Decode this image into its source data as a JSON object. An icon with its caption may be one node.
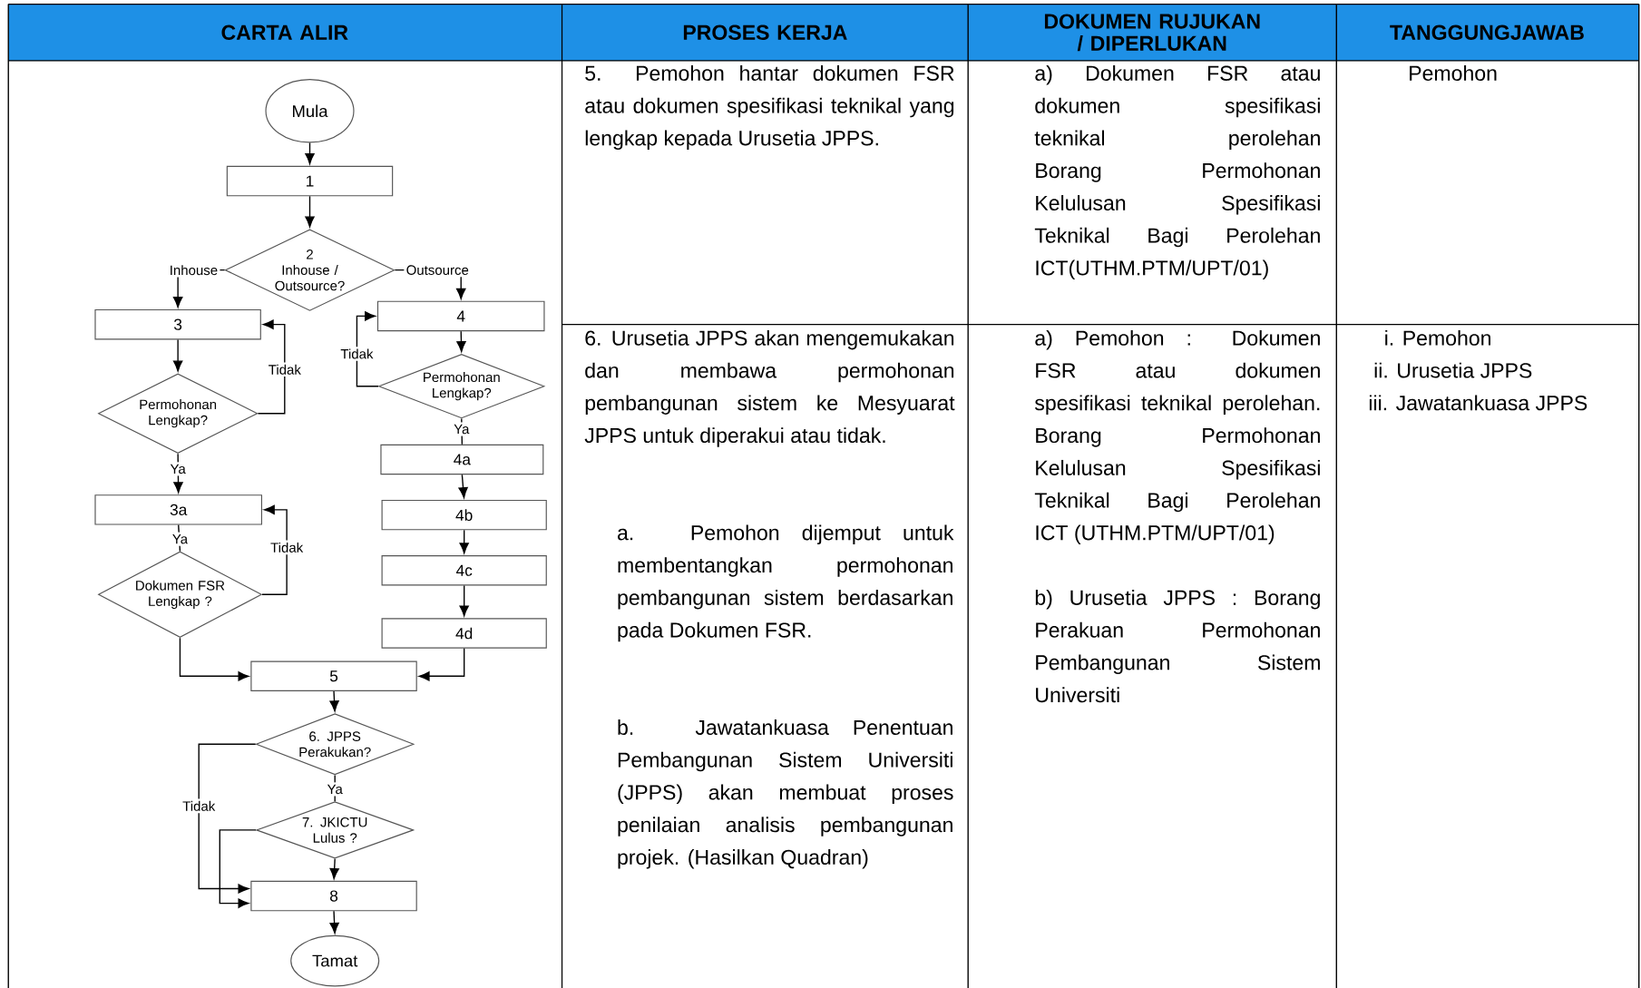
{
  "diagram": {
    "nodes": [
      {
        "text": [
          "Mula"
        ]
      },
      {
        "text": [
          "1"
        ]
      },
      {
        "text": [
          "2",
          "Inhouse / Outsource?"
        ]
      },
      {
        "text": [
          "3"
        ]
      },
      {
        "text": [
          "Permohonan Lengkap?"
        ]
      },
      {
        "text": [
          "3a"
        ]
      },
      {
        "text": [
          "Dokumen FSR Lengkap ?"
        ]
      },
      {
        "text": [
          "4"
        ]
      },
      {
        "text": [
          "Permohonan Lengkap?"
        ]
      },
      {
        "text": [
          "4a"
        ]
      },
      {
        "text": [
          "4b"
        ]
      },
      {
        "text": [
          "4c"
        ]
      },
      {
        "text": [
          "4d"
        ]
      },
      {
        "text": [
          "5"
        ]
      },
      {
        "text": [
          "6. JPPS Perakukan?"
        ]
      },
      {
        "text": [
          "7. JKICTU Lulus ?"
        ]
      },
      {
        "text": [
          "8"
        ]
      },
      {
        "text": [
          "Tamat"
        ]
      }
    ],
    "edges": [
      {
        "from": 0,
        "to": 1,
        "arrow": "to"
      },
      {
        "from": 1,
        "to": 2,
        "arrow": "to"
      },
      {
        "from": 2,
        "to": 3,
        "arrow": "to",
        "label": "Inhouse"
      },
      {
        "from": 2,
        "to": 7,
        "arrow": "to",
        "label": "Outsource"
      },
      {
        "from": 3,
        "to": 4,
        "arrow": "to"
      },
      {
        "from": 4,
        "to": 3,
        "arrow": "to",
        "label": "Tidak"
      },
      {
        "from": 4,
        "to": 5,
        "arrow": "to",
        "label": "Ya"
      },
      {
        "from": 5,
        "to": 6,
        "arrow": "none",
        "label": "Ya"
      },
      {
        "from": 6,
        "to": 5,
        "arrow": "to",
        "label": "Tidak"
      },
      {
        "from": 6,
        "to": 13,
        "arrow": "to"
      },
      {
        "from": 7,
        "to": 8,
        "arrow": "to"
      },
      {
        "from": 8,
        "to": 7,
        "arrow": "to",
        "label": "Tidak"
      },
      {
        "from": 8,
        "to": 9,
        "arrow": "none",
        "label": "Ya"
      },
      {
        "from": 9,
        "to": 10,
        "arrow": "to"
      },
      {
        "from": 10,
        "to": 11,
        "arrow": "to"
      },
      {
        "from": 11,
        "to": 12,
        "arrow": "to"
      },
      {
        "from": 12,
        "to": 13,
        "arrow": "to"
      },
      {
        "from": 13,
        "to": 14,
        "arrow": "to"
      },
      {
        "from": 14,
        "to": 15,
        "arrow": "none",
        "label": "Ya"
      },
      {
        "from": 14,
        "to": 16,
        "arrow": "to",
        "label": "Tidak"
      },
      {
        "from": 15,
        "to": 16,
        "arrow": "to"
      },
      {
        "from": 15,
        "to": 16,
        "arrow": "to"
      },
      {
        "from": 16,
        "to": 17,
        "arrow": "to"
      }
    ],
    "labels": [
      "CARTA ALIR",
      "PROSES KERJA",
      "DOKUMEN RUJUKAN / DIPERLUKAN",
      "TANGGUNGJAWAB",
      "5. Pemohon hantar dokumen FSR atau dokumen spesifikasi teknikal yang lengkap kepada Urusetia JPPS.",
      "a) Dokumen FSR atau dokumen spesifikasi teknikal perolehan Borang Permohonan Kelulusan Spesifikasi Teknikal Bagi Perolehan ICT(UTHM.PTM/UPT/01)",
      "Pemohon",
      "6. Urusetia JPPS akan mengemukakan dan membawa permohonan pembangunan sistem ke Mesyuarat JPPS untuk diperakui atau tidak.",
      "a. Pemohon dijemput untuk membentangkan permohonan pembangunan sistem berdasarkan pada Dokumen FSR.",
      "b. Jawatankuasa Penentuan Pembangunan Sistem Universiti (JPPS) akan membuat proses penilaian analisis pembangunan projek. (Hasilkan Quadran)",
      "a) Pemohon : Dokumen FSR atau dokumen spesifikasi teknikal perolehan. Borang Permohonan Kelulusan Spesifikasi Teknikal Bagi Perolehan ICT (UTHM.PTM/UPT/01)",
      "b) Urusetia JPPS : Borang Perakuan Permohonan Pembangunan Sistem Universiti",
      "i. Pemohon",
      "ii. Urusetia JPPS",
      "iii. Jawatankuasa JPPS"
    ]
  }
}
